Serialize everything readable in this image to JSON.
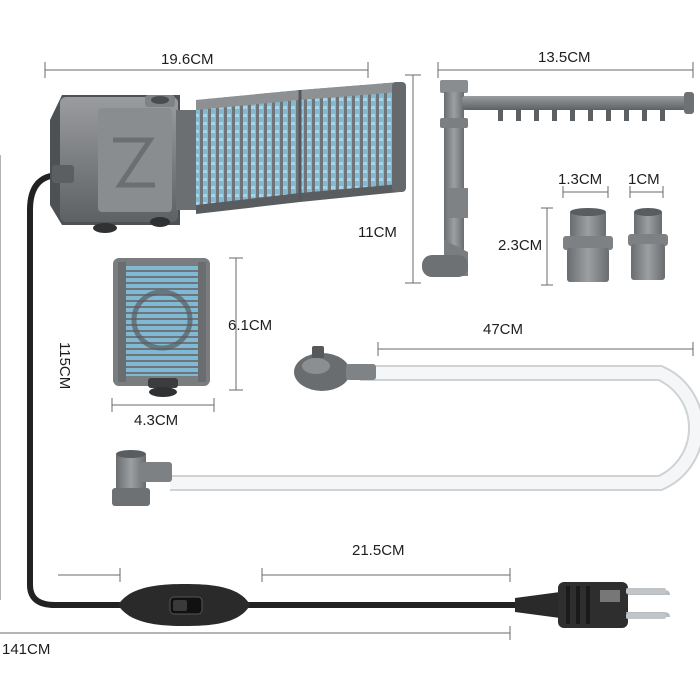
{
  "labels": {
    "filter_length": "19.6CM",
    "spray_bar_length": "13.5CM",
    "spray_bar_height": "11CM",
    "adapter_small_width": "1.3CM",
    "adapter_tiny_width": "1CM",
    "adapter_height": "2.3CM",
    "sponge_height": "6.1CM",
    "sponge_width": "4.3CM",
    "hose_length": "47CM",
    "cord_vertical": "115CM",
    "cord_switch_to_plug": "21.5CM",
    "cord_total": "141CM"
  },
  "colors": {
    "housing": "#7a7c7f",
    "housing_dark": "#55585b",
    "sponge_blue": "#7fb9d3",
    "hose": "#f2f4f5",
    "cord": "#222222",
    "dimension_line": "#6a6a6a"
  },
  "icons": {
    "logo_mark": "z-logo-icon",
    "switch": "rocker-switch-icon",
    "plug": "two-prong-plug-icon"
  }
}
